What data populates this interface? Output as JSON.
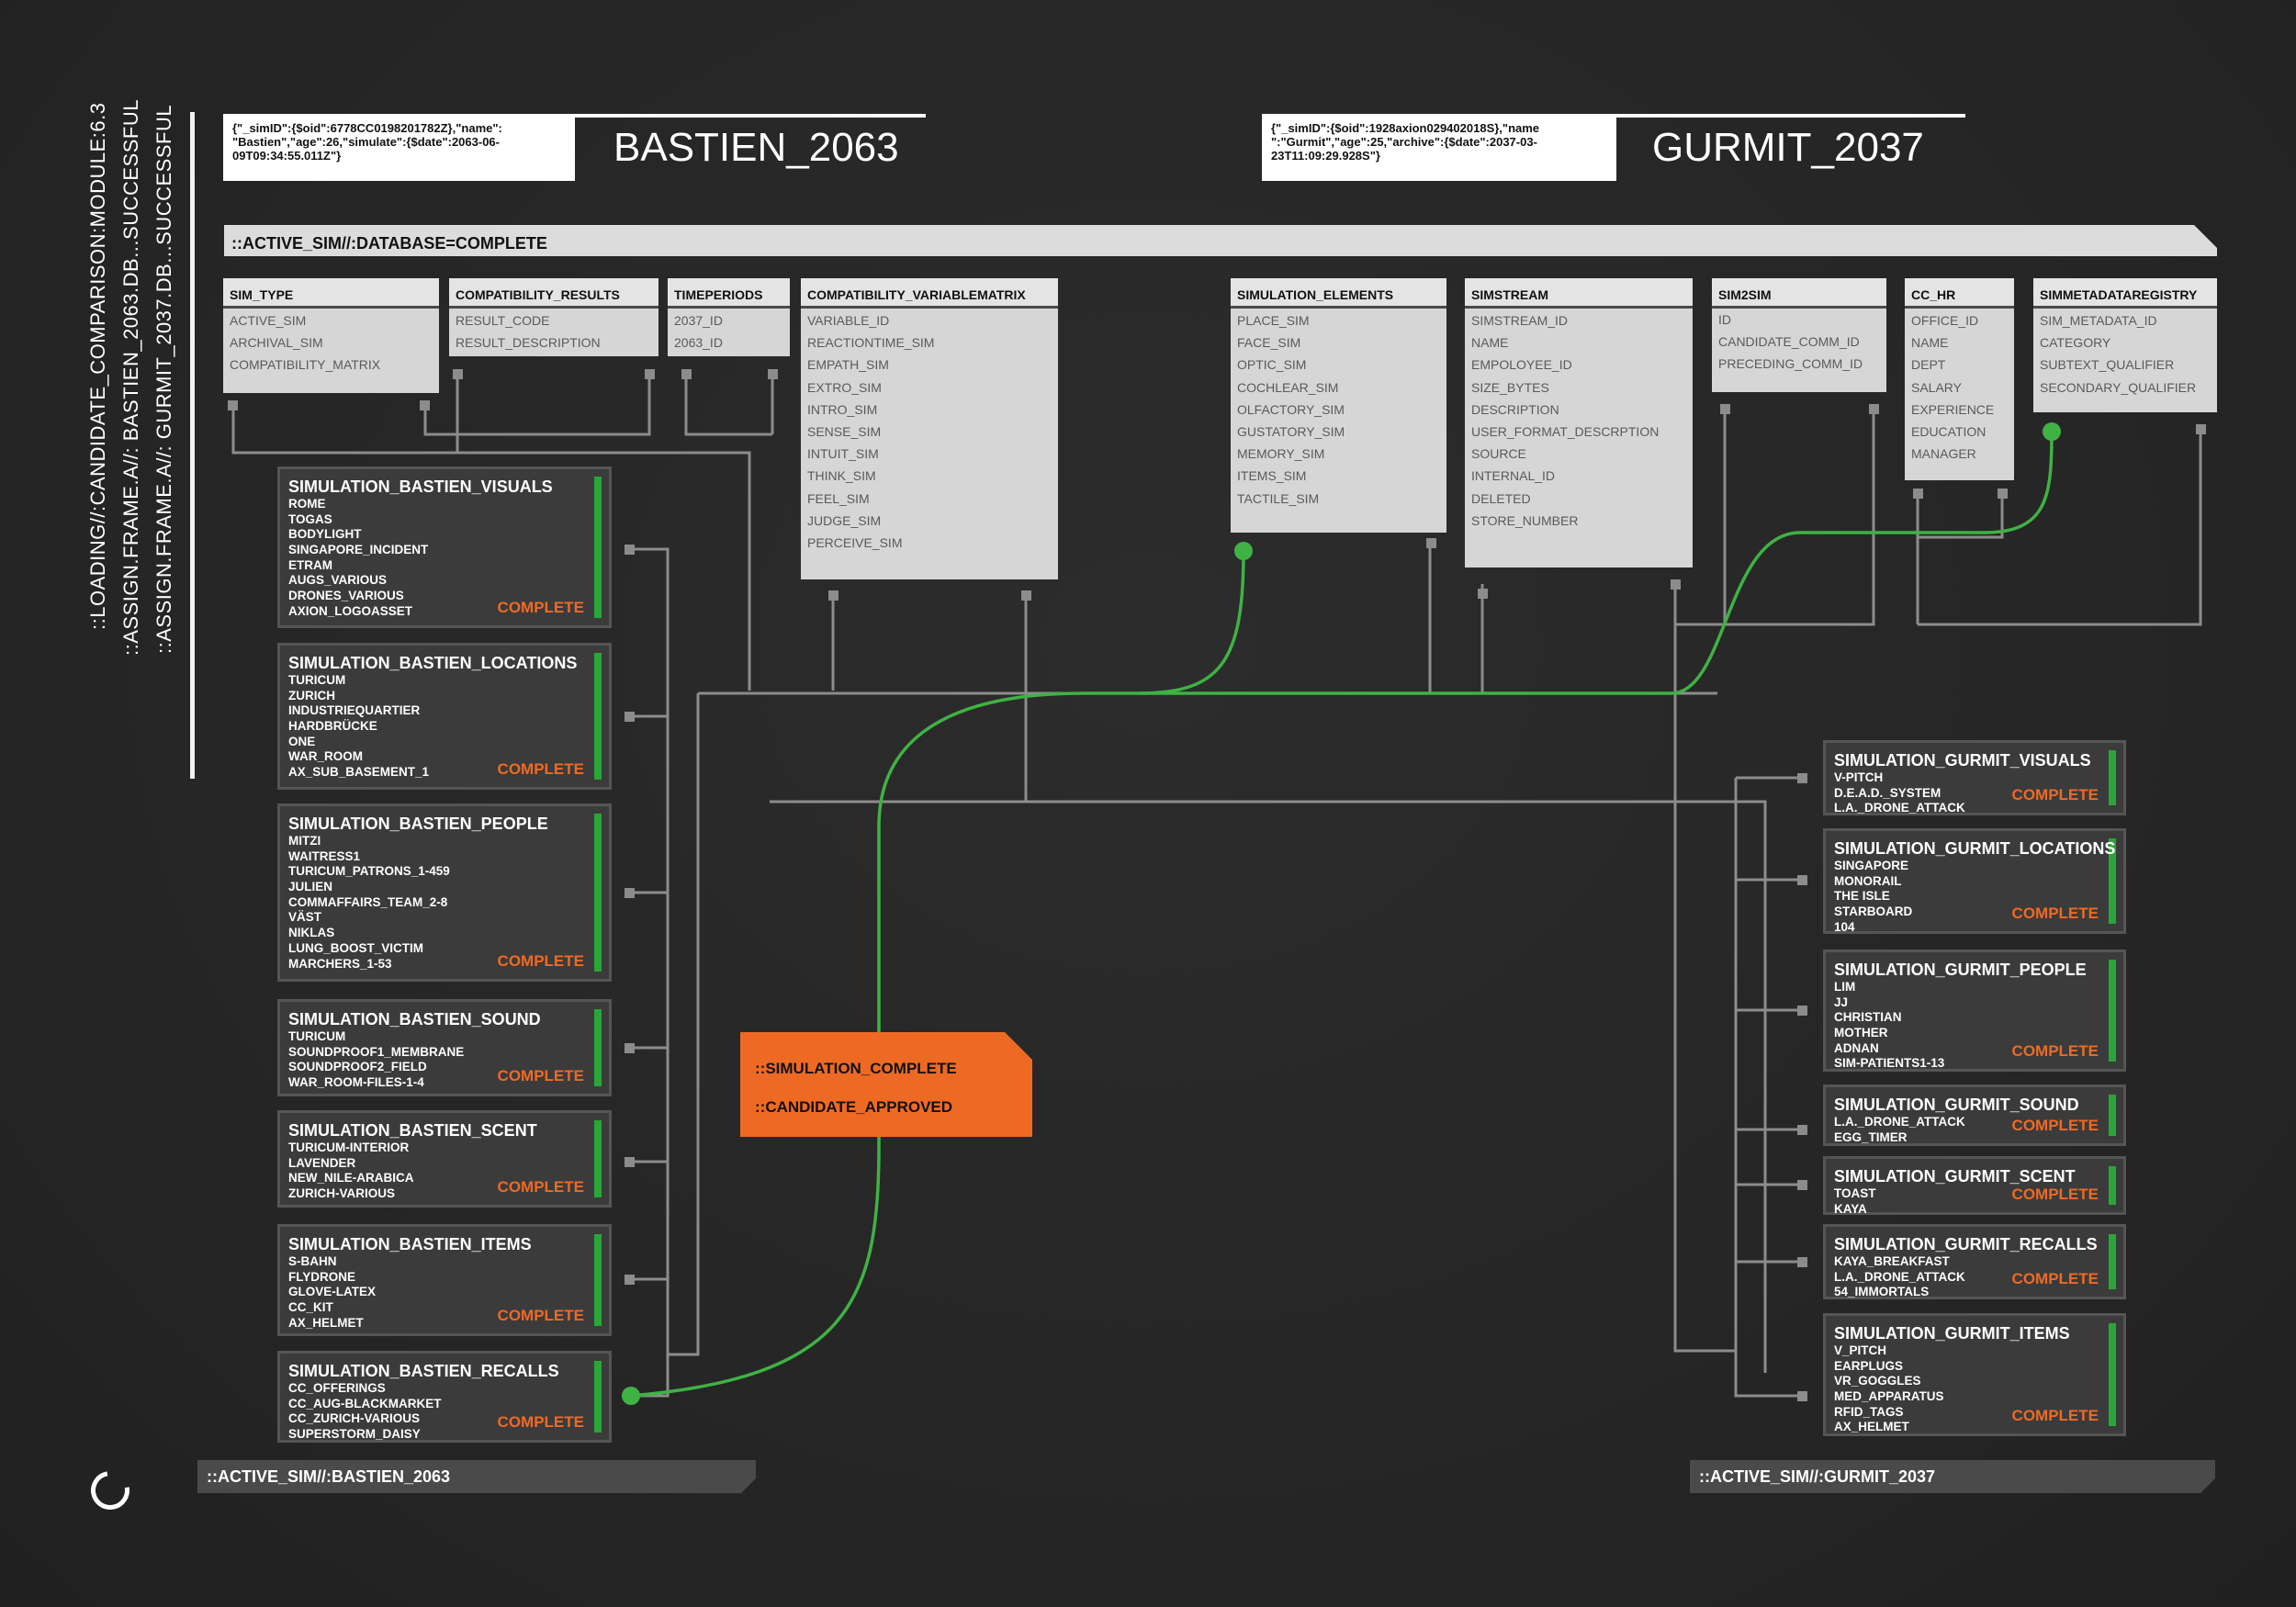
{
  "vertical_log": [
    "::LOADING//:CANDIDATE_COMPARISON:MODULE:6.3",
    "::ASSIGN.FRAME.A//: BASTIEN_2063.DB...SUCCESSFUL",
    "::ASSIGN.FRAME.A//: GURMIT_2037.DB...SUCCESSFUL"
  ],
  "candidates": {
    "left": {
      "json": "{\"_simID\":{$oid\":6778CC0198201782Z},\"name\": \"Bastien\",\"age\":26,\"simulate\":{$date\":2063-06-09T09:34:55.011Z\"}",
      "name": "BASTIEN_2063",
      "footer": "::ACTIVE_SIM//:BASTIEN_2063"
    },
    "right": {
      "json": "{\"_simID\":{$oid\":1928axion029402018S},\"name \":\"Gurmit\",\"age\":25,\"archive\":{$date\":2037-03-23T11:09:29.928S\"}",
      "name": "GURMIT_2037",
      "footer": "::ACTIVE_SIM//:GURMIT_2037"
    }
  },
  "banner": "::ACTIVE_SIM//:DATABASE=COMPLETE",
  "tables": [
    {
      "title": "SIM_TYPE",
      "rows": [
        "ACTIVE_SIM",
        "ARCHIVAL_SIM",
        "COMPATIBILITY_MATRIX"
      ]
    },
    {
      "title": "COMPATIBILITY_RESULTS",
      "rows": [
        "RESULT_CODE",
        "RESULT_DESCRIPTION"
      ]
    },
    {
      "title": "TIMEPERIODS",
      "rows": [
        "2037_ID",
        "2063_ID"
      ]
    },
    {
      "title": "COMPATIBILITY_VARIABLEMATRIX",
      "rows": [
        "VARIABLE_ID",
        "REACTIONTIME_SIM",
        "EMPATH_SIM",
        "EXTRO_SIM",
        "INTRO_SIM",
        "SENSE_SIM",
        "INTUIT_SIM",
        "THINK_SIM",
        "FEEL_SIM",
        "JUDGE_SIM",
        "PERCEIVE_SIM"
      ]
    },
    {
      "title": "SIMULATION_ELEMENTS",
      "rows": [
        "PLACE_SIM",
        "FACE_SIM",
        "OPTIC_SIM",
        "COCHLEAR_SIM",
        "OLFACTORY_SIM",
        "GUSTATORY_SIM",
        "MEMORY_SIM",
        "ITEMS_SIM",
        "TACTILE_SIM"
      ]
    },
    {
      "title": "SIMSTREAM",
      "rows": [
        "SIMSTREAM_ID",
        "NAME",
        "EMPOLOYEE_ID",
        "SIZE_BYTES",
        "DESCRIPTION",
        "USER_FORMAT_DESCRPTION",
        "SOURCE",
        "INTERNAL_ID",
        "DELETED",
        "STORE_NUMBER"
      ]
    },
    {
      "title": "SIM2SIM",
      "rows": [
        "ID",
        "CANDIDATE_COMM_ID",
        "PRECEDING_COMM_ID"
      ]
    },
    {
      "title": "CC_HR",
      "rows": [
        "OFFICE_ID",
        "NAME",
        "DEPT",
        "SALARY",
        "EXPERIENCE",
        "EDUCATION",
        "MANAGER"
      ]
    },
    {
      "title": "SIMMETADATAREGISTRY",
      "rows": [
        "SIM_METADATA_ID",
        "CATEGORY",
        "SUBTEXT_QUALIFIER",
        "SECONDARY_QUALIFIER"
      ]
    }
  ],
  "bastien_cards": [
    {
      "title": "SIMULATION_BASTIEN_VISUALS",
      "items": [
        "ROME",
        "TOGAS",
        "BODYLIGHT",
        "SINGAPORE_INCIDENT",
        "ETRAM",
        "AUGS_VARIOUS",
        "DRONES_VARIOUS",
        "AXION_LOGOASSET"
      ],
      "status": "COMPLETE"
    },
    {
      "title": "SIMULATION_BASTIEN_LOCATIONS",
      "items": [
        "TURICUM",
        "ZURICH",
        "INDUSTRIEQUARTIER",
        "HARDBRÜCKE",
        "ONE",
        "WAR_ROOM",
        "AX_SUB_BASEMENT_1"
      ],
      "status": "COMPLETE"
    },
    {
      "title": "SIMULATION_BASTIEN_PEOPLE",
      "items": [
        "MITZI",
        "WAITRESS1",
        "TURICUM_PATRONS_1-459",
        "JULIEN",
        "COMMAFFAIRS_TEAM_2-8",
        "VÄST",
        "NIKLAS",
        "LUNG_BOOST_VICTIM",
        "MARCHERS_1-53"
      ],
      "status": "COMPLETE"
    },
    {
      "title": "SIMULATION_BASTIEN_SOUND",
      "items": [
        "TURICUM",
        "SOUNDPROOF1_MEMBRANE",
        "SOUNDPROOF2_FIELD",
        "WAR_ROOM-FILES-1-4"
      ],
      "status": "COMPLETE"
    },
    {
      "title": "SIMULATION_BASTIEN_SCENT",
      "items": [
        "TURICUM-INTERIOR",
        "LAVENDER",
        "NEW_NILE-ARABICA",
        "ZURICH-VARIOUS"
      ],
      "status": "COMPLETE"
    },
    {
      "title": "SIMULATION_BASTIEN_ITEMS",
      "items": [
        "S-BAHN",
        "FLYDRONE",
        "GLOVE-LATEX",
        "CC_KIT",
        "AX_HELMET"
      ],
      "status": "COMPLETE"
    },
    {
      "title": "SIMULATION_BASTIEN_RECALLS",
      "items": [
        "CC_OFFERINGS",
        "CC_AUG-BLACKMARKET",
        "CC_ZURICH-VARIOUS",
        "SUPERSTORM_DAISY"
      ],
      "status": "COMPLETE"
    }
  ],
  "gurmit_cards": [
    {
      "title": "SIMULATION_GURMIT_VISUALS",
      "items": [
        "V-PITCH",
        "D.E.A.D._SYSTEM",
        "L.A._DRONE_ATTACK"
      ],
      "status": "COMPLETE"
    },
    {
      "title": "SIMULATION_GURMIT_LOCATIONS",
      "items": [
        "SINGAPORE",
        "MONORAIL",
        "THE ISLE",
        "STARBOARD",
        "104"
      ],
      "status": "COMPLETE"
    },
    {
      "title": "SIMULATION_GURMIT_PEOPLE",
      "items": [
        "LIM",
        "JJ",
        "CHRISTIAN",
        "MOTHER",
        "ADNAN",
        "SIM-PATIENTS1-13"
      ],
      "status": "COMPLETE"
    },
    {
      "title": "SIMULATION_GURMIT_SOUND",
      "items": [
        "L.A._DRONE_ATTACK",
        "EGG_TIMER"
      ],
      "status": "COMPLETE"
    },
    {
      "title": "SIMULATION_GURMIT_SCENT",
      "items": [
        "TOAST",
        "KAYA"
      ],
      "status": "COMPLETE"
    },
    {
      "title": "SIMULATION_GURMIT_RECALLS",
      "items": [
        "KAYA_BREAKFAST",
        "L.A._DRONE_ATTACK",
        "54_IMMORTALS"
      ],
      "status": "COMPLETE"
    },
    {
      "title": "SIMULATION_GURMIT_ITEMS",
      "items": [
        "V_PITCH",
        "EARPLUGS",
        "VR_GOGGLES",
        "MED_APPARATUS",
        "RFID_TAGS",
        "AX_HELMET"
      ],
      "status": "COMPLETE"
    }
  ],
  "approval": {
    "line1": "::SIMULATION_COMPLETE",
    "line2": "::CANDIDATE_APPROVED"
  },
  "colors": {
    "background": "#272727",
    "link": "#3fb244",
    "status": "#ee6a24",
    "bar": "#29a637",
    "panel": "#d6d6d6"
  }
}
